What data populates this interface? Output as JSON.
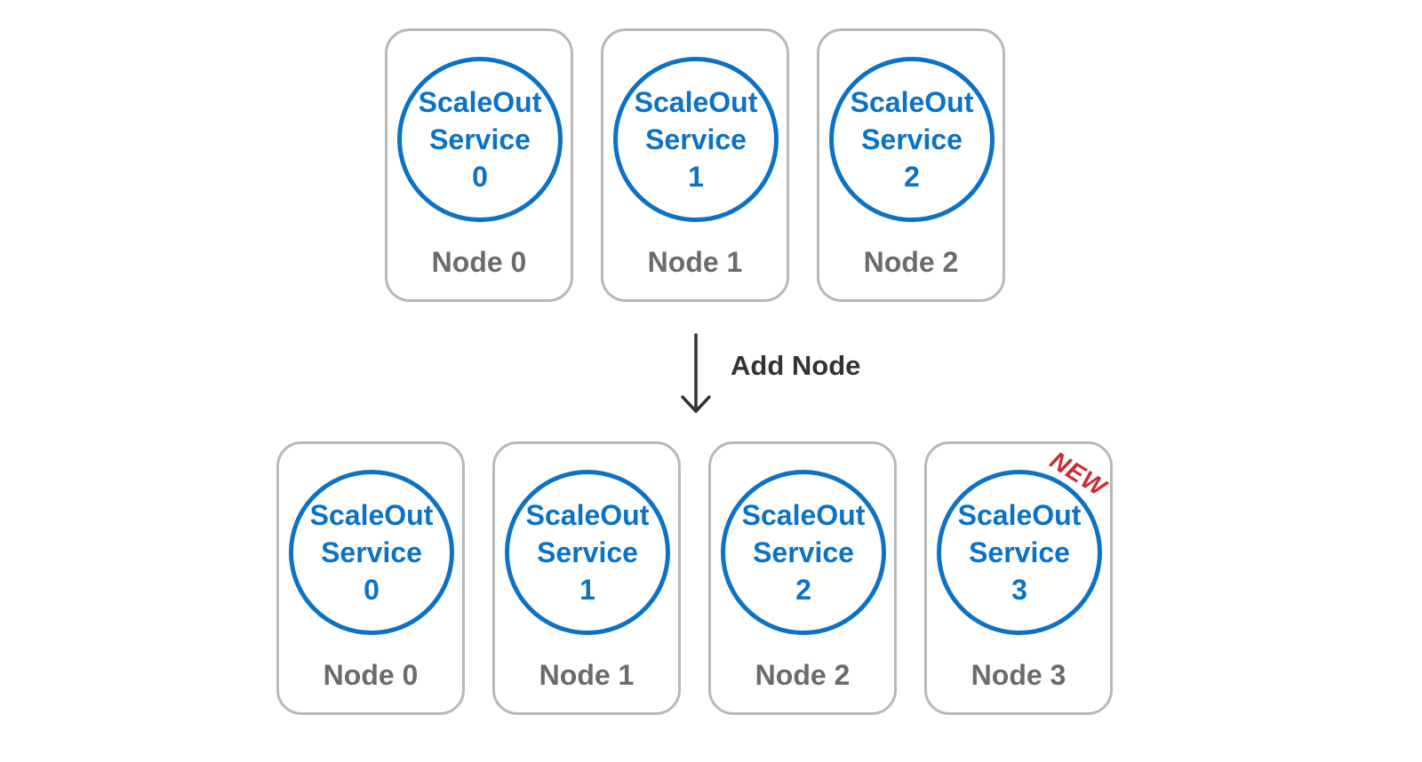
{
  "colors": {
    "service_ring": "#0b72c6",
    "node_border": "#b8b8b8",
    "node_label": "#6b6b6b",
    "new_badge": "#cc2b36",
    "arrow": "#333333"
  },
  "before": {
    "nodes": [
      {
        "service_line1": "ScaleOut",
        "service_line2": "Service",
        "service_id": "0",
        "label": "Node 0"
      },
      {
        "service_line1": "ScaleOut",
        "service_line2": "Service",
        "service_id": "1",
        "label": "Node 1"
      },
      {
        "service_line1": "ScaleOut",
        "service_line2": "Service",
        "service_id": "2",
        "label": "Node 2"
      }
    ]
  },
  "transition": {
    "label": "Add Node",
    "icon": "down-arrow-icon"
  },
  "after": {
    "nodes": [
      {
        "service_line1": "ScaleOut",
        "service_line2": "Service",
        "service_id": "0",
        "label": "Node 0"
      },
      {
        "service_line1": "ScaleOut",
        "service_line2": "Service",
        "service_id": "1",
        "label": "Node 1"
      },
      {
        "service_line1": "ScaleOut",
        "service_line2": "Service",
        "service_id": "2",
        "label": "Node 2"
      },
      {
        "service_line1": "ScaleOut",
        "service_line2": "Service",
        "service_id": "3",
        "label": "Node 3",
        "badge": "NEW"
      }
    ]
  }
}
